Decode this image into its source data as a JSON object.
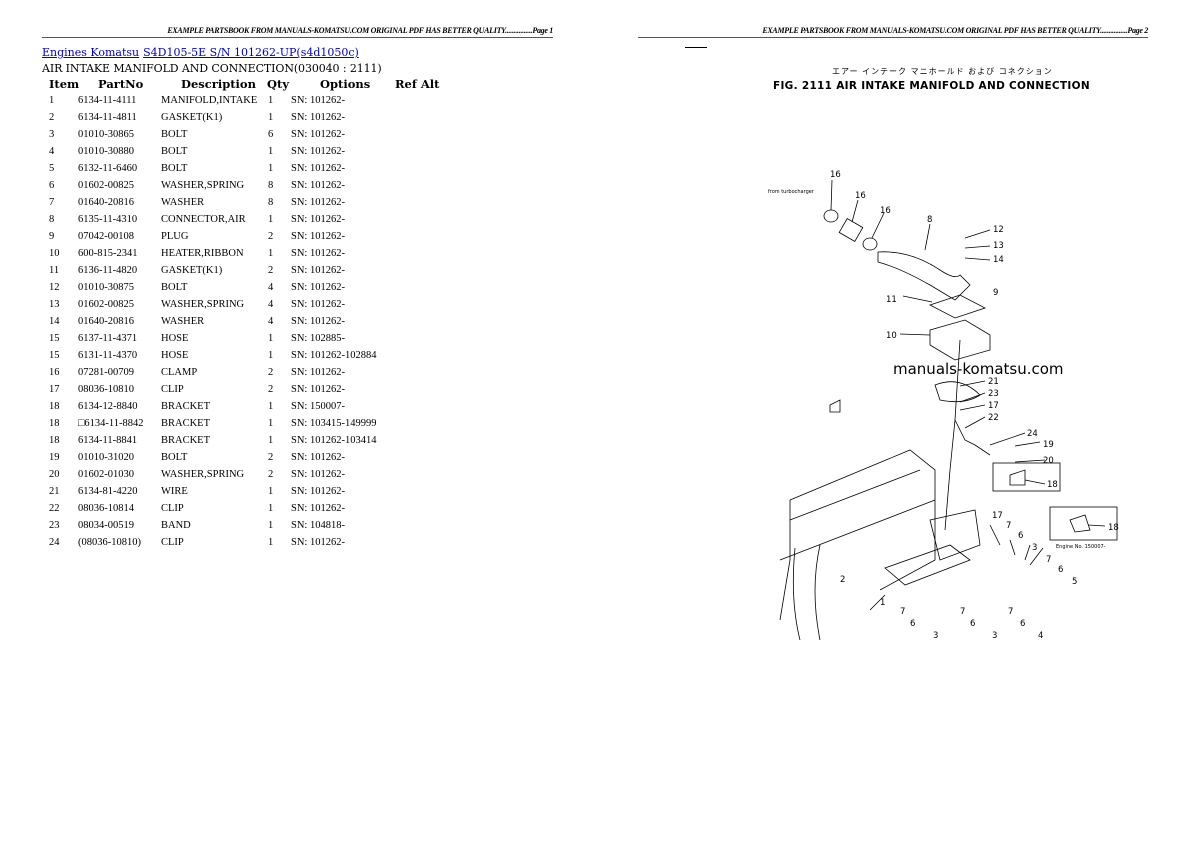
{
  "page1": {
    "header": "EXAMPLE PARTSBOOK FROM MANUALS-KOMATSU.COM ORIGINAL PDF HAS BETTER QUALITY................Page 1",
    "breadcrumb": [
      "Engines Komatsu",
      "S4D105-5E S/N 101262-UP(s4d1050c)"
    ],
    "subtitle": "AIR INTAKE MANIFOLD AND CONNECTION(030040 : 2111)",
    "columns": [
      "Item",
      "PartNo",
      "Description",
      "Qty",
      "Options",
      "Ref Alt"
    ],
    "rows": [
      [
        "1",
        "6134-11-4111",
        "MANIFOLD,INTAKE",
        "1",
        "SN: 101262-"
      ],
      [
        "2",
        "6134-11-4811",
        "GASKET(K1)",
        "1",
        "SN: 101262-"
      ],
      [
        "3",
        "01010-30865",
        "BOLT",
        "6",
        "SN: 101262-"
      ],
      [
        "4",
        "01010-30880",
        "BOLT",
        "1",
        "SN: 101262-"
      ],
      [
        "5",
        "6132-11-6460",
        "BOLT",
        "1",
        "SN: 101262-"
      ],
      [
        "6",
        "01602-00825",
        "WASHER,SPRING",
        "8",
        "SN: 101262-"
      ],
      [
        "7",
        "01640-20816",
        "WASHER",
        "8",
        "SN: 101262-"
      ],
      [
        "8",
        "6135-11-4310",
        "CONNECTOR,AIR",
        "1",
        "SN: 101262-"
      ],
      [
        "9",
        "07042-00108",
        "PLUG",
        "2",
        "SN: 101262-"
      ],
      [
        "10",
        "600-815-2341",
        "HEATER,RIBBON",
        "1",
        "SN: 101262-"
      ],
      [
        "11",
        "6136-11-4820",
        "GASKET(K1)",
        "2",
        "SN: 101262-"
      ],
      [
        "12",
        "01010-30875",
        "BOLT",
        "4",
        "SN: 101262-"
      ],
      [
        "13",
        "01602-00825",
        "WASHER,SPRING",
        "4",
        "SN: 101262-"
      ],
      [
        "14",
        "01640-20816",
        "WASHER",
        "4",
        "SN: 101262-"
      ],
      [
        "15",
        "6137-11-4371",
        "HOSE",
        "1",
        "SN: 102885-"
      ],
      [
        "15",
        "6131-11-4370",
        "HOSE",
        "1",
        "SN: 101262-102884"
      ],
      [
        "16",
        "07281-00709",
        "CLAMP",
        "2",
        "SN: 101262-"
      ],
      [
        "17",
        "08036-10810",
        "CLIP",
        "2",
        "SN: 101262-"
      ],
      [
        "18",
        "6134-12-8840",
        "BRACKET",
        "1",
        "SN: 150007-"
      ],
      [
        "18",
        "□6134-11-8842",
        "BRACKET",
        "1",
        "SN: 103415-149999"
      ],
      [
        "18",
        "6134-11-8841",
        "BRACKET",
        "1",
        "SN: 101262-103414"
      ],
      [
        "19",
        "01010-31020",
        "BOLT",
        "2",
        "SN: 101262-"
      ],
      [
        "20",
        "01602-01030",
        "WASHER,SPRING",
        "2",
        "SN: 101262-"
      ],
      [
        "21",
        "6134-81-4220",
        "WIRE",
        "1",
        "SN: 101262-"
      ],
      [
        "22",
        "08036-10814",
        "CLIP",
        "1",
        "SN: 101262-"
      ],
      [
        "23",
        "08034-00519",
        "BAND",
        "1",
        "SN: 104818-"
      ],
      [
        "24",
        "(08036-10810)",
        "CLIP",
        "1",
        "SN: 101262-"
      ]
    ]
  },
  "page2": {
    "header": "EXAMPLE PARTSBOOK FROM MANUALS-KOMATSU.COM ORIGINAL PDF HAS BETTER QUALITY................Page 2",
    "figure_title_jp": "エアー インテーク マニホールド および コネクション",
    "figure_title": "FIG. 2111  AIR INTAKE MANIFOLD AND CONNECTION",
    "watermark": "manuals-komatsu.com",
    "note_turbo": "from turbocharger",
    "note_engine": "Engine No. 150007-",
    "callouts": [
      "16",
      "16",
      "16",
      "8",
      "12",
      "13",
      "14",
      "9",
      "11",
      "10",
      "21",
      "23",
      "17",
      "22",
      "24",
      "19",
      "20",
      "18",
      "18",
      "17",
      "7",
      "6",
      "3",
      "7",
      "6",
      "5",
      "2",
      "1",
      "7",
      "6",
      "3",
      "7",
      "6",
      "3",
      "7",
      "6",
      "4"
    ]
  }
}
